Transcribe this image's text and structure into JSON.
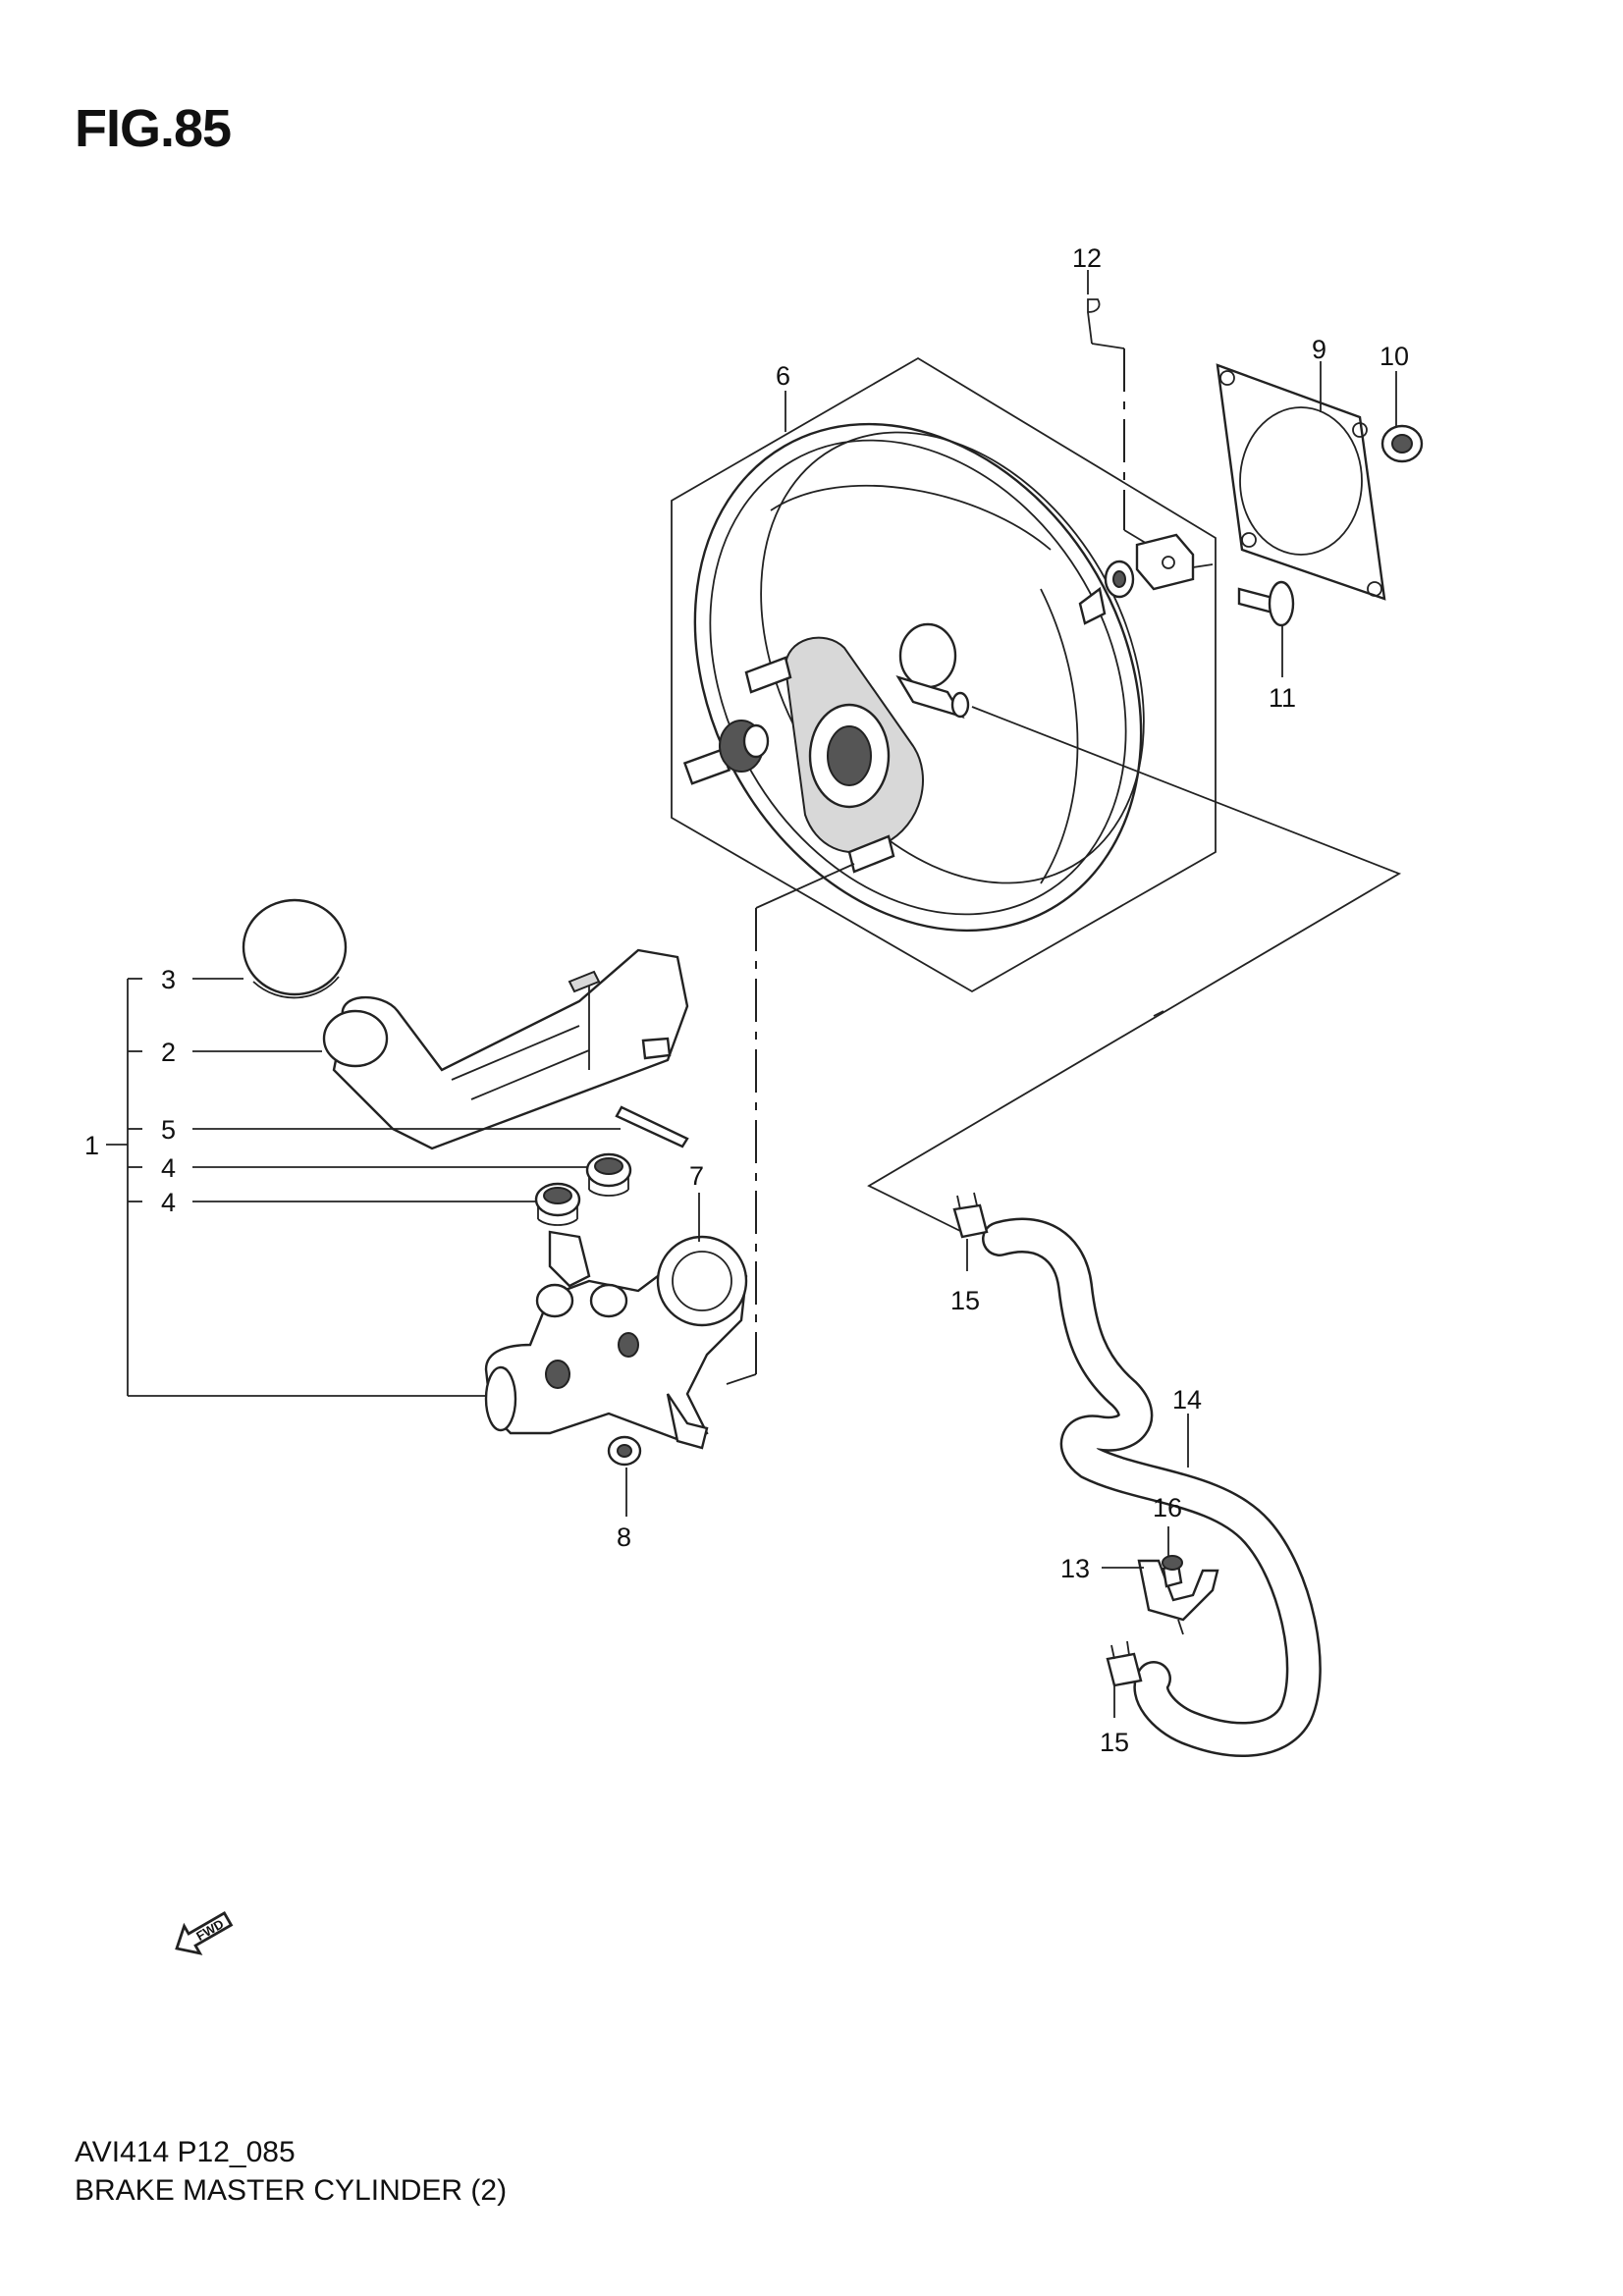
{
  "figure": {
    "title": "FIG.85"
  },
  "footer": {
    "code": "AVI414 P12_085",
    "caption": "BRAKE MASTER CYLINDER (2)"
  },
  "callouts": {
    "c1": "1",
    "c2": "2",
    "c3": "3",
    "c4a": "4",
    "c4b": "4",
    "c5": "5",
    "c6": "6",
    "c7": "7",
    "c8": "8",
    "c9": "9",
    "c10": "10",
    "c11": "11",
    "c12": "12",
    "c13": "13",
    "c14": "14",
    "c15a": "15",
    "c15b": "15",
    "c16": "16"
  },
  "icons": {
    "fwd_arrow": "forward-arrow-icon",
    "fwd_text": "FWD"
  }
}
